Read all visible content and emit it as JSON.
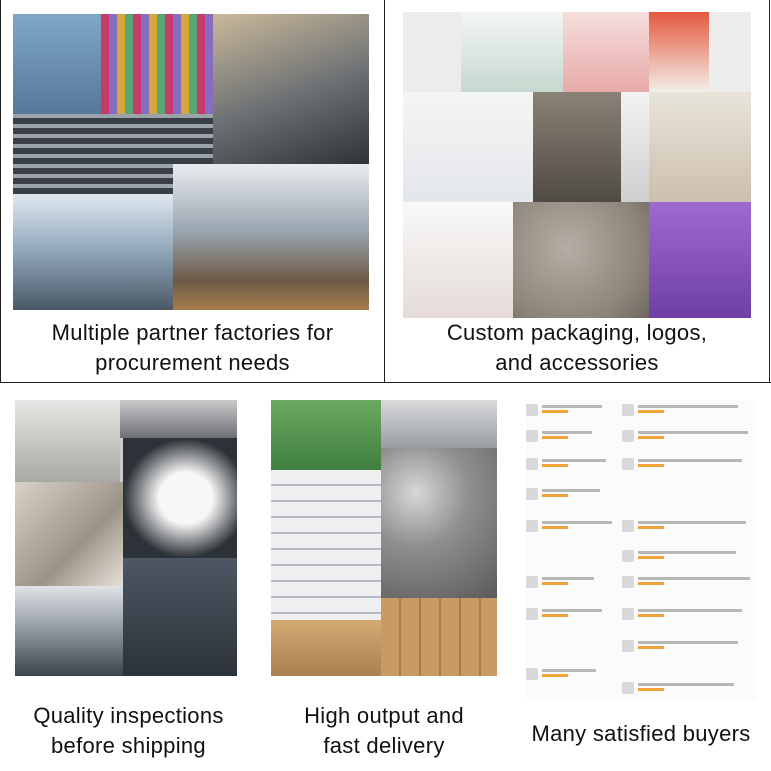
{
  "panels": {
    "factories": {
      "caption_line1": "Multiple partner factories for",
      "caption_line2": "procurement needs"
    },
    "packaging": {
      "caption_line1": "Custom packaging, logos,",
      "caption_line2": "and accessories"
    },
    "inspections": {
      "caption_line1": "Quality inspections",
      "caption_line2": "before shipping"
    },
    "output": {
      "caption_line1": "High output and",
      "caption_line2": "fast delivery"
    },
    "buyers": {
      "caption_line1": "Many satisfied buyers"
    }
  },
  "colors": {
    "divider": "#222222",
    "star_orange": "#f2a33a",
    "caption_text": "#111111"
  }
}
